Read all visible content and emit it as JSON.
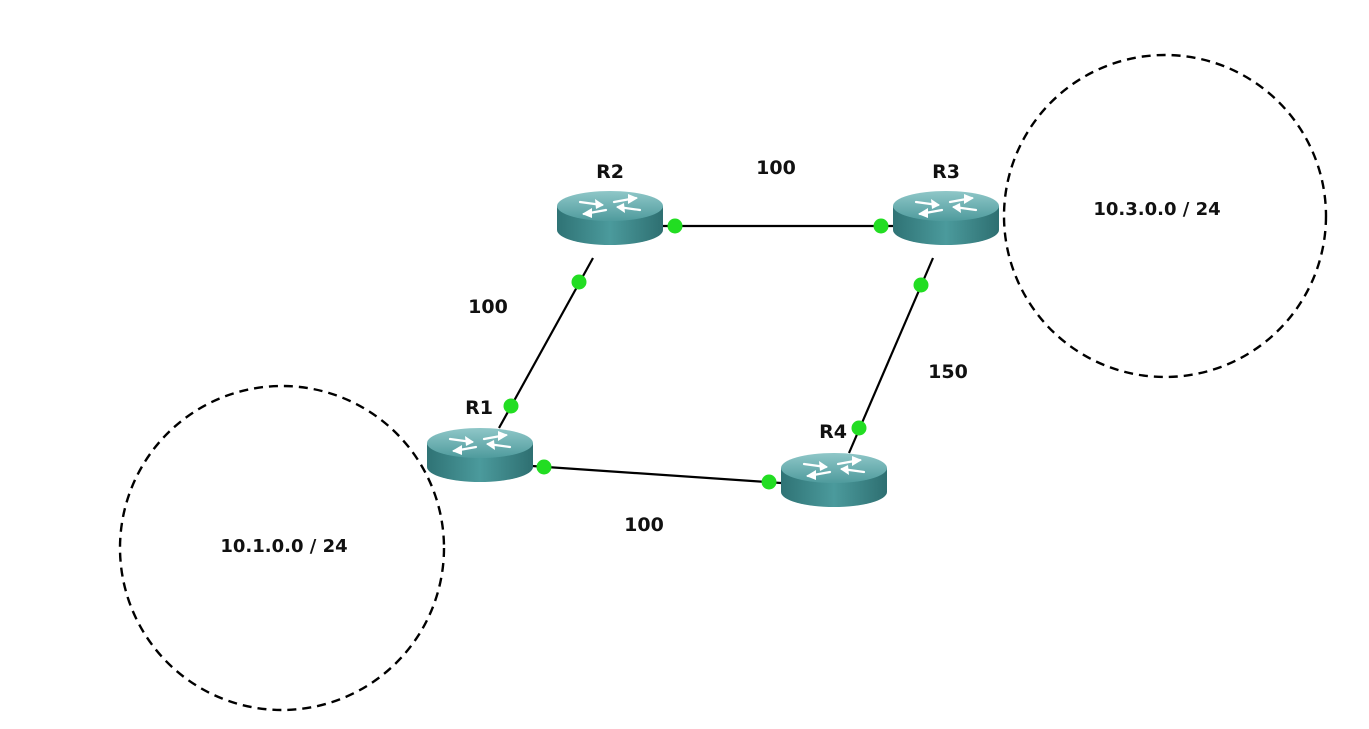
{
  "routers": [
    {
      "id": "R1",
      "label": "R1"
    },
    {
      "id": "R2",
      "label": "R2"
    },
    {
      "id": "R3",
      "label": "R3"
    },
    {
      "id": "R4",
      "label": "R4"
    }
  ],
  "links": [
    {
      "id": "r1-r2",
      "cost": "100"
    },
    {
      "id": "r2-r3",
      "cost": "100"
    },
    {
      "id": "r3-r4",
      "cost": "150"
    },
    {
      "id": "r1-r4",
      "cost": "100"
    }
  ],
  "networks": [
    {
      "id": "net-1",
      "label": "10.1.0.0 / 24"
    },
    {
      "id": "net-3",
      "label": "10.3.0.0 / 24"
    }
  ],
  "colors": {
    "router_body": "#3f8a8c",
    "interface_dot": "#22dd22",
    "link": "#000000"
  }
}
